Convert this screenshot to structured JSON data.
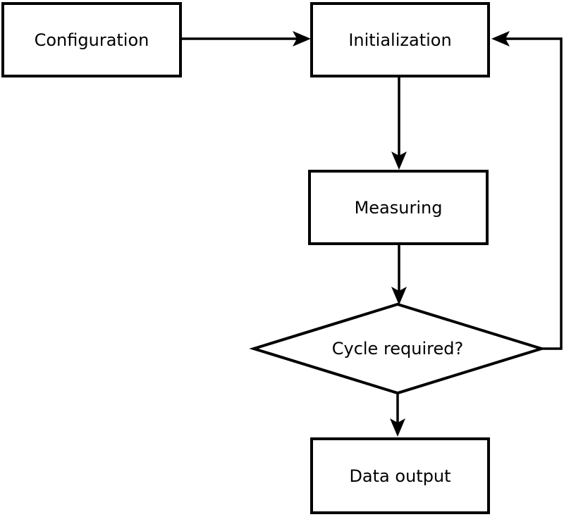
{
  "diagram": {
    "type": "flowchart",
    "background_color": "#ffffff",
    "stroke_color": "#000000",
    "node_fill_color": "#ffffff",
    "nodes": [
      {
        "id": "configuration",
        "label": "Configuration",
        "shape": "rectangle"
      },
      {
        "id": "initialization",
        "label": "Initialization",
        "shape": "rectangle"
      },
      {
        "id": "measuring",
        "label": "Measuring",
        "shape": "rectangle"
      },
      {
        "id": "cycle-required",
        "label": "Cycle required?",
        "shape": "diamond"
      },
      {
        "id": "data-output",
        "label": "Data output",
        "shape": "rectangle"
      }
    ],
    "edges": [
      {
        "from": "configuration",
        "to": "initialization"
      },
      {
        "from": "initialization",
        "to": "measuring"
      },
      {
        "from": "measuring",
        "to": "cycle-required"
      },
      {
        "from": "cycle-required",
        "to": "data-output"
      },
      {
        "from": "cycle-required",
        "to": "initialization"
      }
    ]
  }
}
